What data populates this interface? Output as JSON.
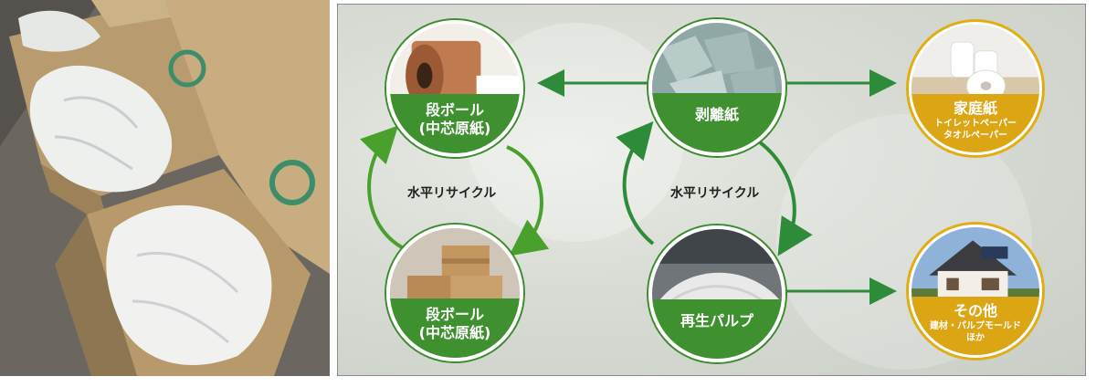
{
  "diagram": {
    "nodes": {
      "cardboard_top": {
        "label_line1": "段ボール",
        "label_line2": "(中芯原紙)"
      },
      "cardboard_bottom": {
        "label_line1": "段ボール",
        "label_line2": "(中芯原紙)"
      },
      "release_paper": {
        "label": "剥離紙"
      },
      "recycled_pulp": {
        "label": "再生パルプ"
      },
      "household_paper": {
        "label": "家庭紙",
        "sub_line1": "トイレットペーパー",
        "sub_line2": "タオルペーパー"
      },
      "others": {
        "label": "その他",
        "sub_line1": "建材・パルプモールド",
        "sub_line2": "ほか"
      }
    },
    "cycle_left_label": "水平リサイクル",
    "cycle_right_label": "水平リサイクル",
    "colors": {
      "green": "#3f9130",
      "gold": "#dca514",
      "arrow": "#2e8b3a"
    }
  }
}
